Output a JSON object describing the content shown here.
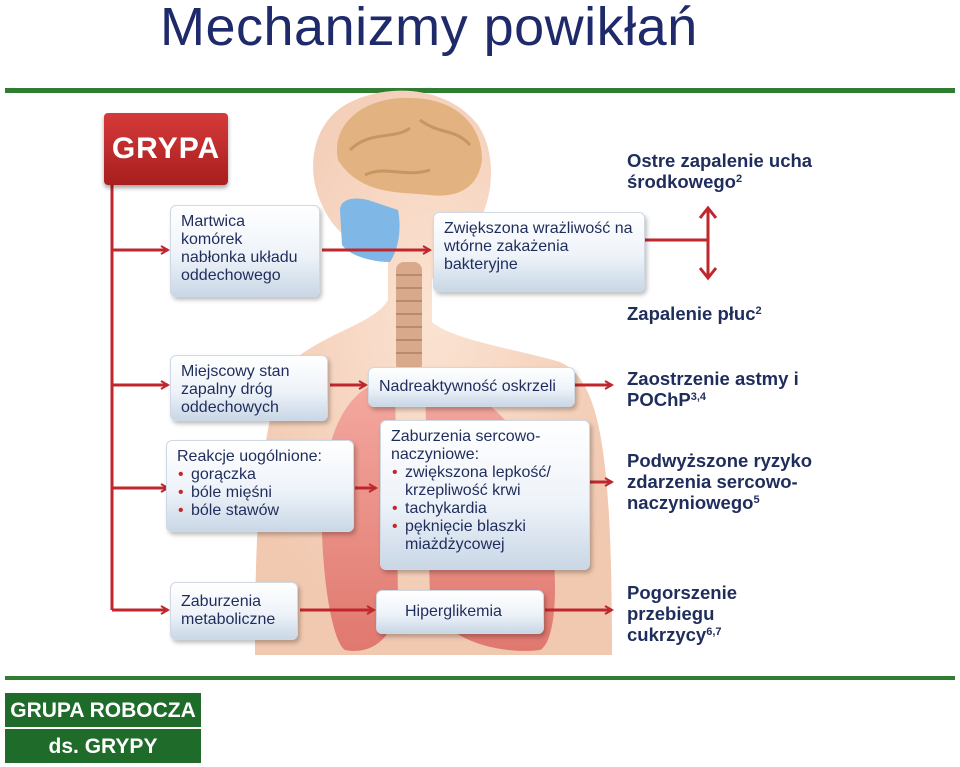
{
  "page": {
    "title": "Mechanizmy powikłań"
  },
  "diagram": {
    "source_label": "GRYPA",
    "mechanisms": {
      "necrosis": "Martwica komórek nabłonka układu oddechowego",
      "local_inflammation": "Miejscowy stan zapalny dróg oddechowych",
      "systemic_header": "Reakcje uogólnione:",
      "systemic_items": [
        "gorączka",
        "bóle mięśni",
        "bóle stawów"
      ],
      "metabolic": "Zaburzenia metaboliczne"
    },
    "effects": {
      "bacterial": "Zwiększona wrażliwość na wtórne zakażenia bakteryjne",
      "bronchial": "Nadreaktywność oskrzeli",
      "cardio_header": "Zaburzenia sercowo-naczyniowe:",
      "cardio_items": [
        "zwiększona lepkość/ krzepliwość krwi",
        "tachykardia",
        "pęknięcie blaszki miażdżycowej"
      ],
      "hyperglycemia": "Hiperglikemia"
    },
    "outcomes": {
      "otitis": "Ostre zapalenie ucha środkowego",
      "otitis_ref": "2",
      "pneumonia": "Zapalenie płuc",
      "pneumonia_ref": "2",
      "asthma": "Zaostrzenie astmy i POChP",
      "asthma_ref": "3,4",
      "cardio_risk": "Podwyższone ryzyko zdarzenia sercowo-naczyniowego",
      "cardio_risk_ref": "5",
      "diabetes": "Pogorszenie przebiegu cukrzycy",
      "diabetes_ref": "6,7"
    },
    "colors": {
      "arrow": "#c0272d",
      "text": "#1f2d5c",
      "title": "#1f2a6b",
      "rule": "#2e7d32"
    }
  },
  "footer_logo": {
    "line1": "GRUPA ROBOCZA",
    "line2": "ds. GRYPY"
  }
}
